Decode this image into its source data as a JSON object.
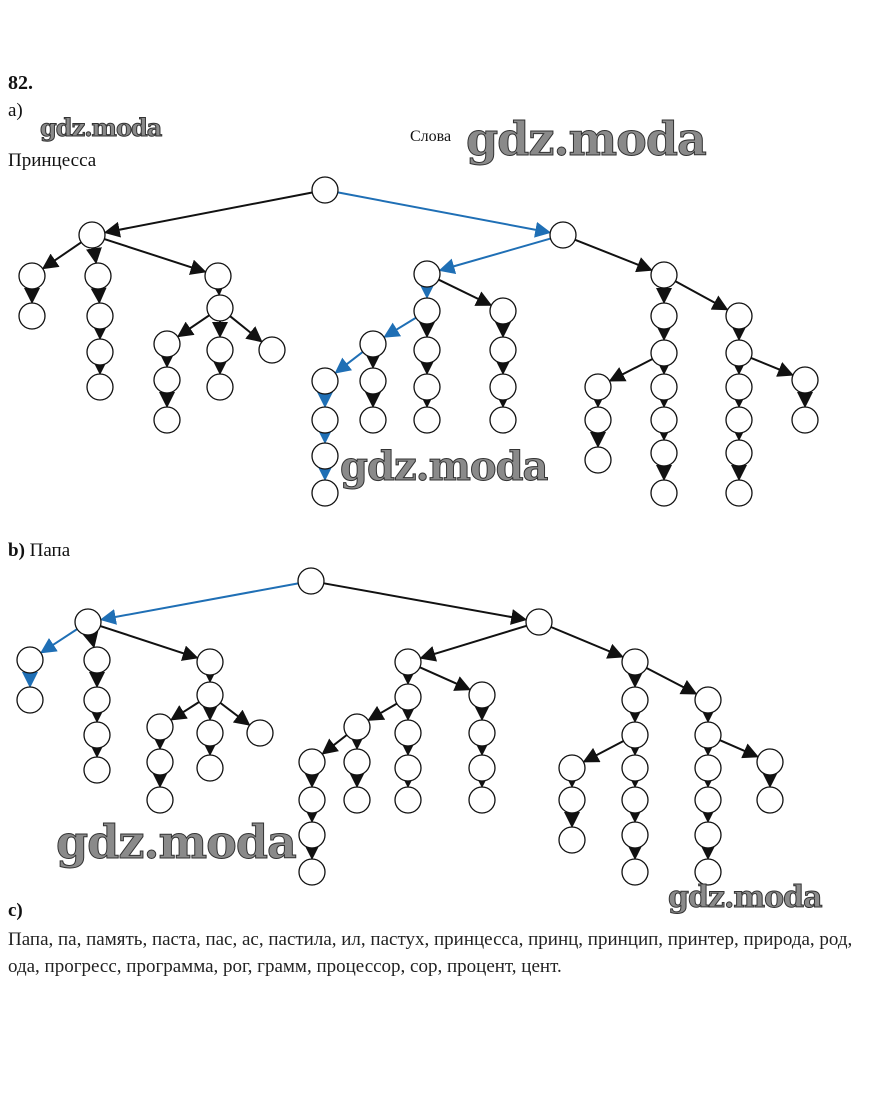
{
  "exercise_number": "82.",
  "part_a": {
    "label": "a)",
    "word": "Принцесса",
    "header": "Слова"
  },
  "part_b": {
    "label": "b)",
    "word": "Папа"
  },
  "part_c": {
    "label": "c)",
    "words": "Папа, па, память, паста, пас, ас, пастила, ил, пастух, принцесса, принц, принцип, принтер, природа, род, ода, прогресс, программа, рог, грамм, процессор, сор, процент, цент."
  },
  "watermark": "gdz.moda",
  "colors": {
    "path": "#1f6fb5",
    "edge": "#111111",
    "node": "#ffffff"
  }
}
